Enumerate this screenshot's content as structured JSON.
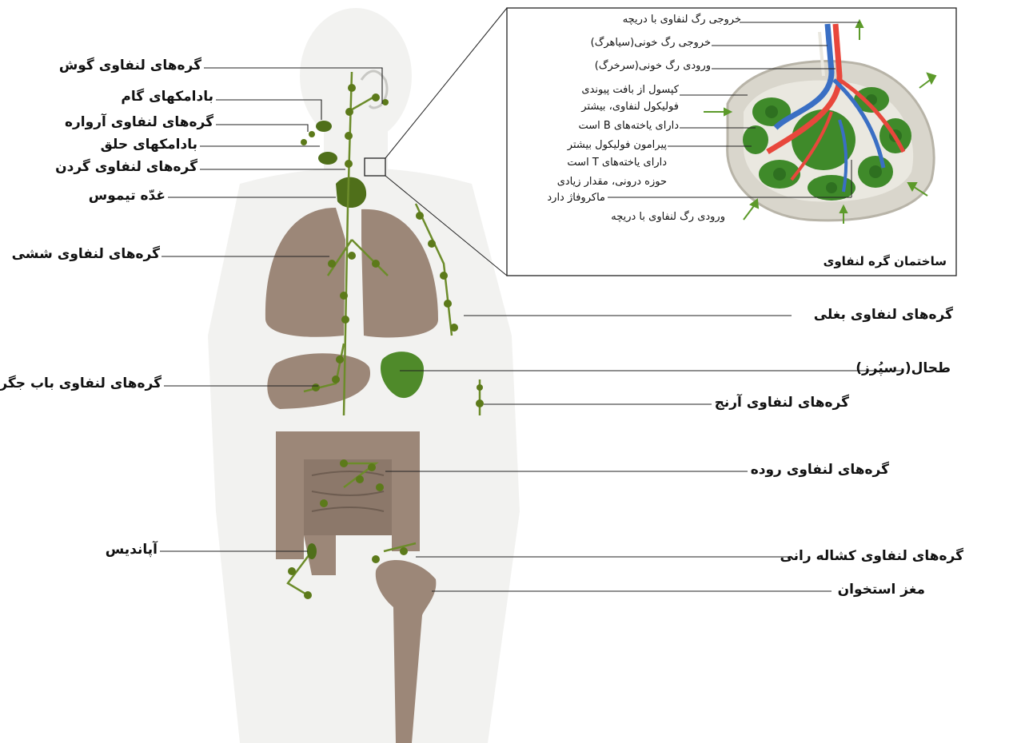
{
  "labels": {
    "ear_nodes": "گره‌های لنفاوی گوش",
    "palatine_tonsils": "بادامکهای گام",
    "salivary_nodes": "گره‌های لنفاوی آرواره",
    "throat_tonsils": "بادامکهای حلق",
    "neck_nodes": "گره‌های لنفاوی گردن",
    "thymus": "غدّه تیموس",
    "lung_nodes": "گره‌های لنفاوی ششی",
    "axillary_nodes": "گره‌های لنفاوی بغلی",
    "spleen": "طحال(رسپُرز)",
    "liver_portal_nodes": "گره‌های لنفاوی باب جگر",
    "elbow_nodes": "گره‌های لنفاوی آرنج",
    "intestine_nodes": "گره‌های لنفاوی روده",
    "appendix": "آپاندیس",
    "inguinal_nodes": "گره‌های لنفاوی کشاله رانی",
    "bone_marrow": "مغز استخوان"
  },
  "inset": {
    "title": "ساختمان گره لنفاوی",
    "efferent_lymph": "خروجی رگ لنفاوی با دریچه",
    "vein_out": "خروجی رگ خونی(سیاهرگ)",
    "artery_in": "ورودی رگ خونی(سرخرگ)",
    "capsule": "کپسول از بافت پیوندی",
    "follicle": "فولیکول لنفاوی، بیشتر",
    "b_cells": "دارای یاخته‌های B است",
    "parafollicular": "پیرامون فولیکول بیشتر",
    "t_cells": "دارای یاخته‌های T است",
    "medulla": "حوزه درونی، مقدار زیادی",
    "macrophage": "ماکروفاژ دارد",
    "afferent_lymph": "ورودی رگ لنفاوی با دریچه"
  },
  "colors": {
    "body": "#f2f2f0",
    "organ": "#9c8778",
    "organ_dark": "#7d6a5d",
    "lymph_green": "#5c7a1a",
    "node_green": "#4f8a2a",
    "artery": "#e8473c",
    "vein": "#3a6fc4",
    "capsule": "#d9d6cc"
  }
}
